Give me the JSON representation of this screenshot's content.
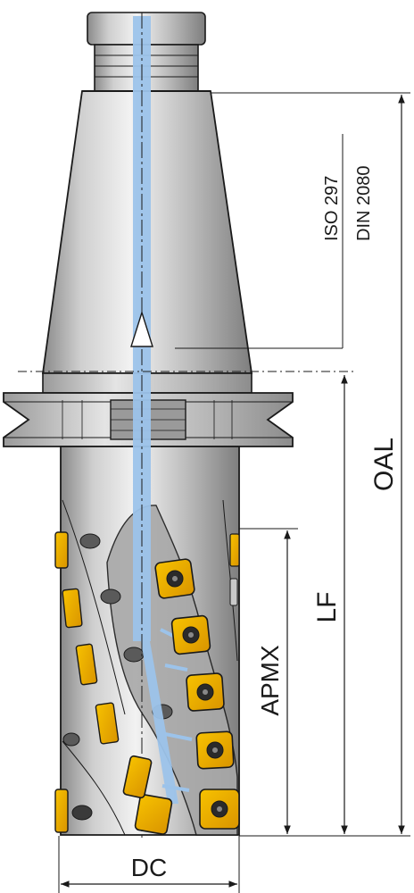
{
  "labels": {
    "standard_iso": "ISO 297",
    "standard_din": "DIN 2080",
    "oal": "OAL",
    "lf": "LF",
    "apmx": "APMX",
    "dc": "DC"
  },
  "colors": {
    "outline": "#1a1a1a",
    "body_light": "#e6e6e6",
    "body_mid": "#b4b4b4",
    "body_dark": "#7a7a7a",
    "coolant_channel": "#9cc3ea",
    "insert": "#f2a900",
    "insert_dark": "#c98a00"
  },
  "icons": {
    "axis_arrow": "hollow-triangle-arrow-icon",
    "insert_screw": "torx-screw-icon"
  }
}
